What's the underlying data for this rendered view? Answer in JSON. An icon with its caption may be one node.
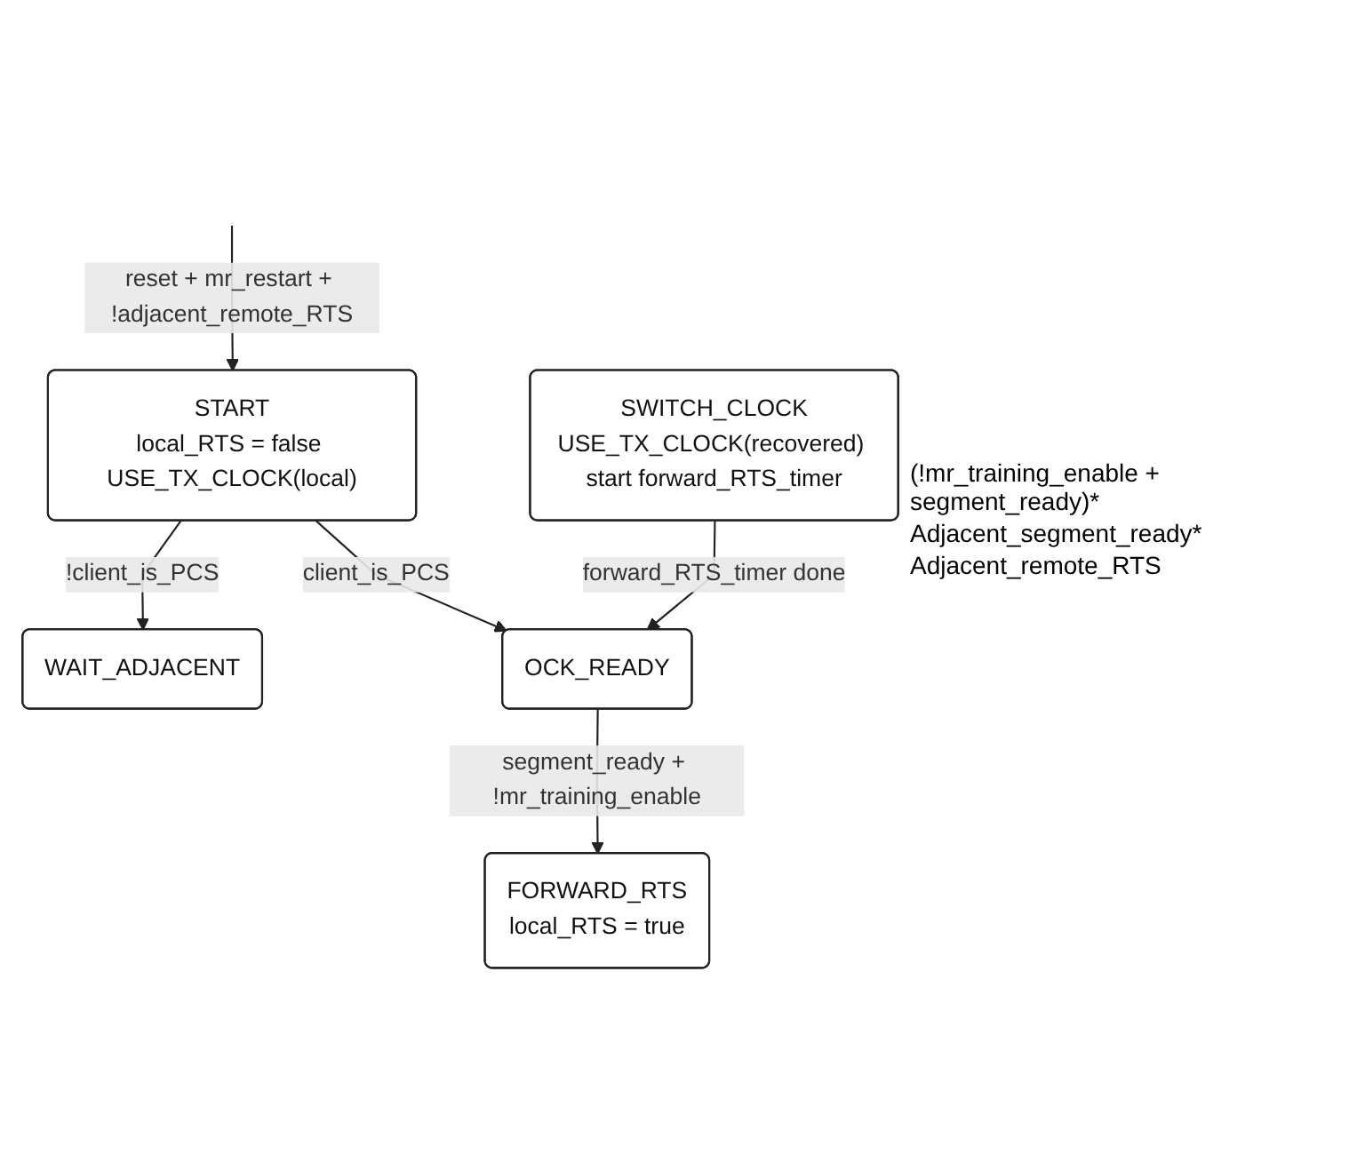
{
  "diagram": {
    "nodes": [
      {
        "text": [
          "START",
          "local_RTS = false USE_TX_CLOCK(local)"
        ]
      },
      {
        "text": [
          "WAIT_ADJACENT"
        ]
      },
      {
        "text": [
          "SWITCH_CLOCK",
          "USE_TX_CLOCK(recovered) start forward_RTS_timer"
        ]
      },
      {
        "text": [
          "OCK_READY"
        ]
      },
      {
        "text": [
          "FORWARD_RTS",
          "local_RTS = true"
        ]
      }
    ],
    "edges": [
      {
        "from": null,
        "to": 0,
        "arrow": "to",
        "label": "reset + mr_restart + !adjacent_remote_RTS"
      },
      {
        "from": 0,
        "to": 1,
        "arrow": "to",
        "label": "!client_is_PCS"
      },
      {
        "from": 0,
        "to": 3,
        "arrow": "to",
        "label": "client_is_PCS"
      },
      {
        "from": 2,
        "to": 3,
        "arrow": "to",
        "label": "forward_RTS_timer done"
      },
      {
        "from": 3,
        "to": 4,
        "arrow": "to",
        "label": "segment_ready + !mr_training_enable"
      }
    ],
    "labels": [
      "(!mr_training_enable + segment_ready)*",
      "Adjacent_segment_ready*",
      "Adjacent_remote_RTS"
    ]
  }
}
